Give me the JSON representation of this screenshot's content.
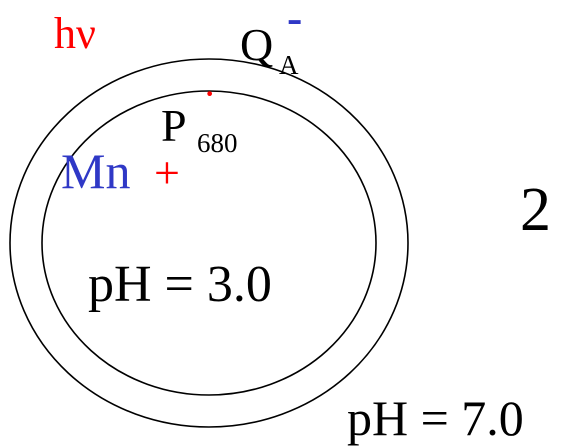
{
  "labels": {
    "photon": "hν",
    "quinone": "Q",
    "quinone_subscript": "A",
    "quinone_charge": "-",
    "pigment": "P",
    "pigment_subscript": "680",
    "pigment_charge": "·",
    "manganese": "Mn",
    "manganese_charge": "+",
    "step_number": "2",
    "ph_inside": "pH = 3.0",
    "ph_outside": "pH = 7.0"
  },
  "colors": {
    "photon": "#ff0000",
    "quinone_charge": "#2f38c6",
    "pigment_charge": "#ff0000",
    "manganese": "#2f38c6",
    "manganese_charge": "#ff0000",
    "text": "#000000",
    "membrane": "#000000"
  }
}
